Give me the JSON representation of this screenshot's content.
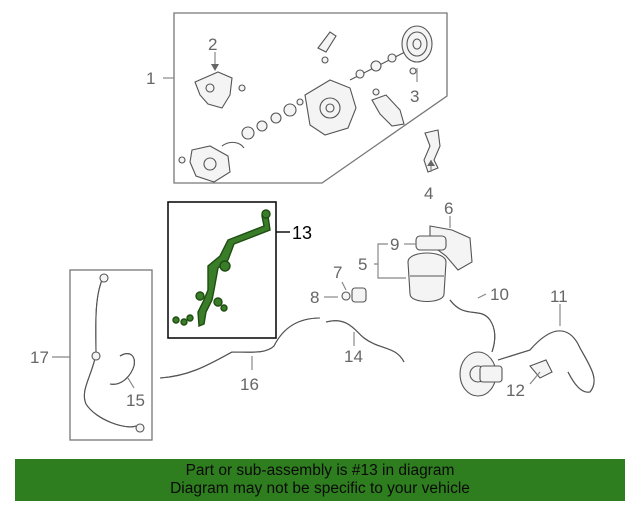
{
  "diagram": {
    "callouts": [
      "1",
      "2",
      "3",
      "4",
      "5",
      "6",
      "7",
      "8",
      "9",
      "10",
      "11",
      "12",
      "13",
      "14",
      "15",
      "16",
      "17"
    ],
    "highlighted_part": "13",
    "highlight_color": "#3a7d28"
  },
  "banner": {
    "line1": "Part or sub-assembly is #13 in diagram",
    "line2": "Diagram may not be specific to your vehicle",
    "background": "#2e7d1e"
  }
}
